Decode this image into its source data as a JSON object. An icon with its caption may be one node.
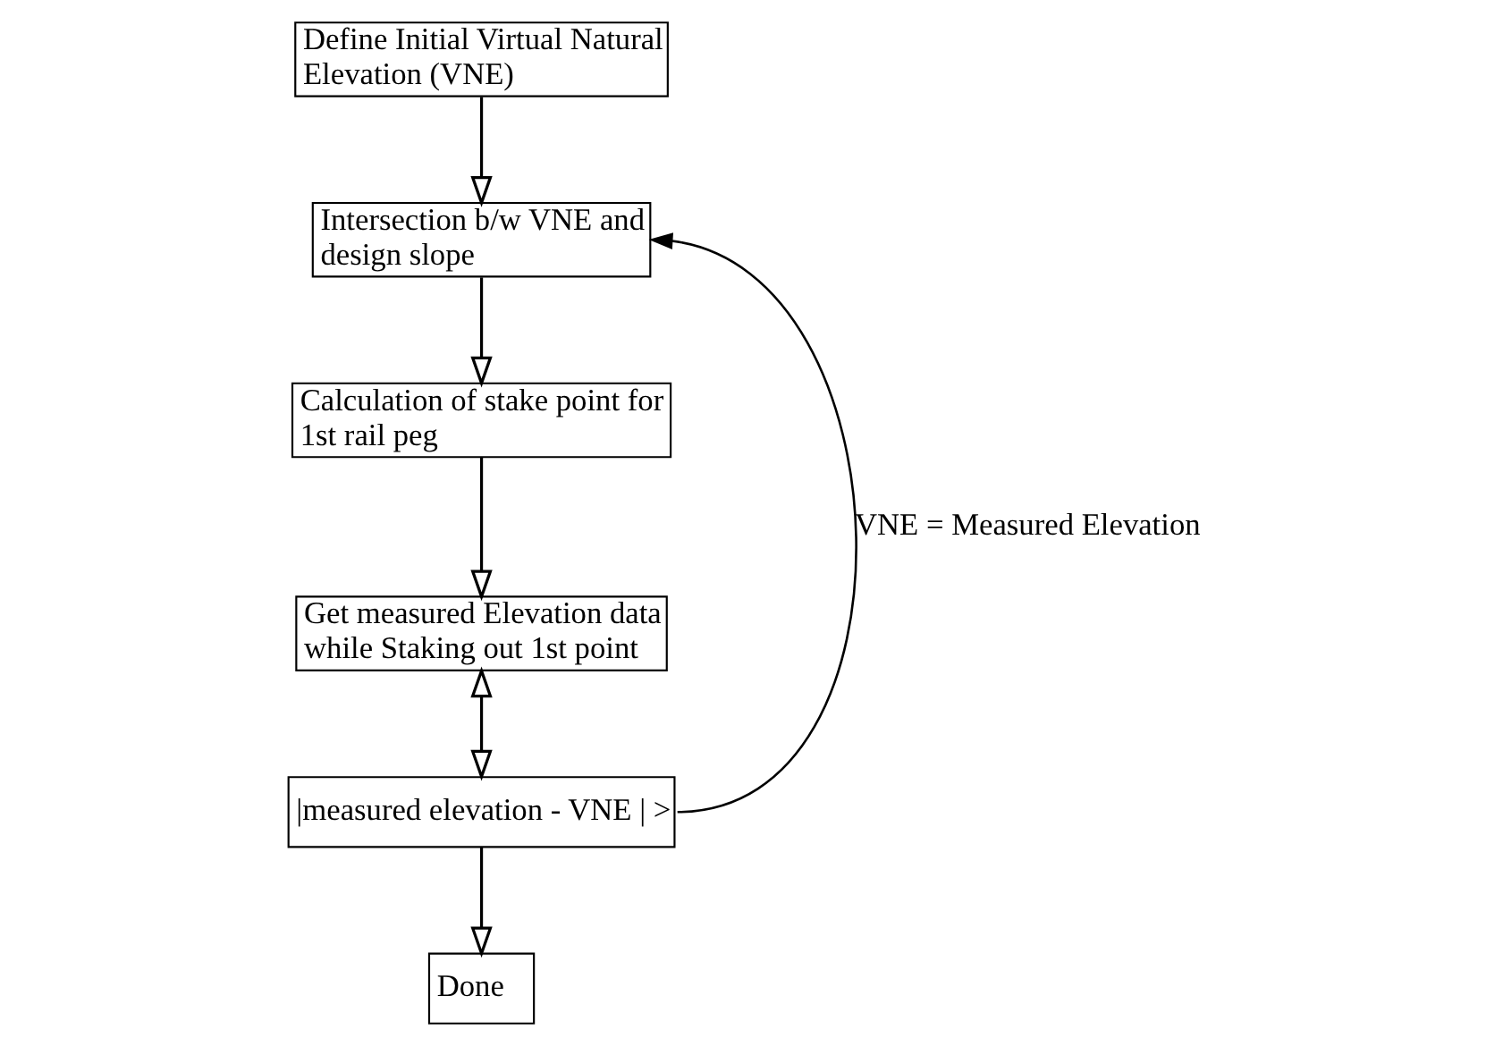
{
  "diagram": {
    "nodes": [
      {
        "text": [
          "Define Initial Virtual Natural Elevation (VNE)"
        ]
      },
      {
        "text": [
          "Intersection b/w VNE and design slope"
        ]
      },
      {
        "text": [
          "Calculation of stake point for 1st rail peg"
        ]
      },
      {
        "text": [
          "Get measured Elevation data while Staking out 1st point"
        ]
      },
      {
        "text": [
          "|measured elevation - VNE | >"
        ]
      },
      {
        "text": [
          "Done"
        ]
      }
    ],
    "edges": [
      {
        "from": 0,
        "to": 1,
        "arrow": "to"
      },
      {
        "from": 1,
        "to": 2,
        "arrow": "to"
      },
      {
        "from": 2,
        "to": 3,
        "arrow": "to"
      },
      {
        "from": 3,
        "to": 4,
        "arrow": "both"
      },
      {
        "from": 4,
        "to": 5,
        "arrow": "to"
      },
      {
        "from": 4,
        "to": 1,
        "arrow": "to",
        "label": "VNE = Measured Elevation"
      }
    ]
  }
}
